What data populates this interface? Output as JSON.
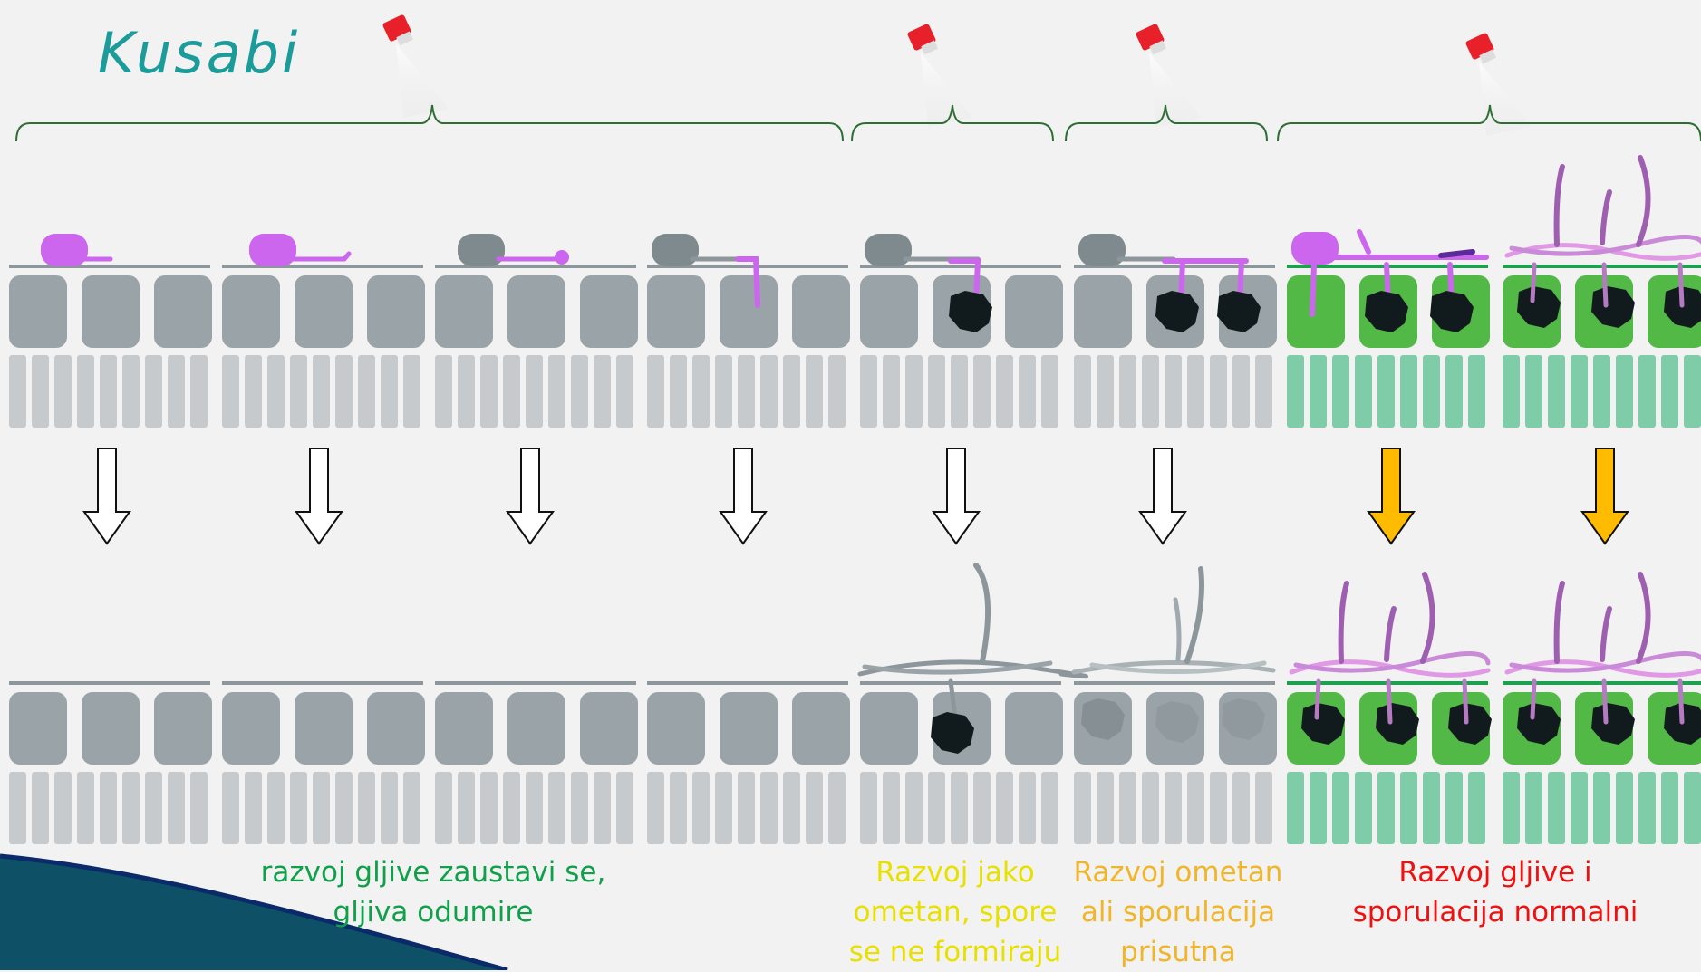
{
  "logo_text": "Kusabi",
  "colors": {
    "logo": "#1b9c9a",
    "caption_green": "#10a04a",
    "caption_yellow": "#e8e000",
    "caption_orange": "#f1b52a",
    "caption_red": "#ef1010",
    "cell_gray": "#9aa3a8",
    "cell_gray_dark": "#8c969b",
    "cell_light": "#c7cacc",
    "cell_green": "#52b947",
    "cell_mint": "#7fcca8",
    "fungus_purple": "#cc66ee",
    "spore_dark": "#111a1c",
    "arrow_yellow": "#ffbb00",
    "nozzle_red": "#e8202a"
  },
  "captions": [
    {
      "lines": [
        "razvoj gljive zaustavi se,",
        "gljiva odumire"
      ],
      "color": "#10a04a"
    },
    {
      "lines": [
        "Razvoj jako",
        "ometan, spore",
        "se ne formiraju"
      ],
      "color": "#e8e000"
    },
    {
      "lines": [
        "Razvoj ometan",
        "ali  sporulacija",
        "prisutna"
      ],
      "color": "#f1b52a"
    },
    {
      "lines": [
        "Razvoj gljive i",
        "sporulacija normalni"
      ],
      "color": "#ef1010"
    }
  ],
  "stages_top": [
    "spore-purple",
    "spore-purple-tube",
    "spore-gray-tube",
    "spore-gray-penetrate",
    "gray-haustorium-1",
    "gray-haustorium-2",
    "green-infected",
    "green-sporulating"
  ],
  "stages_bottom": [
    "empty",
    "empty",
    "empty",
    "empty",
    "weak-mycelium",
    "faded-mycelium",
    "green-sporulating",
    "green-sporulating"
  ],
  "arrow_types": [
    "outline",
    "outline",
    "outline",
    "outline",
    "outline",
    "outline",
    "yellow",
    "yellow"
  ]
}
